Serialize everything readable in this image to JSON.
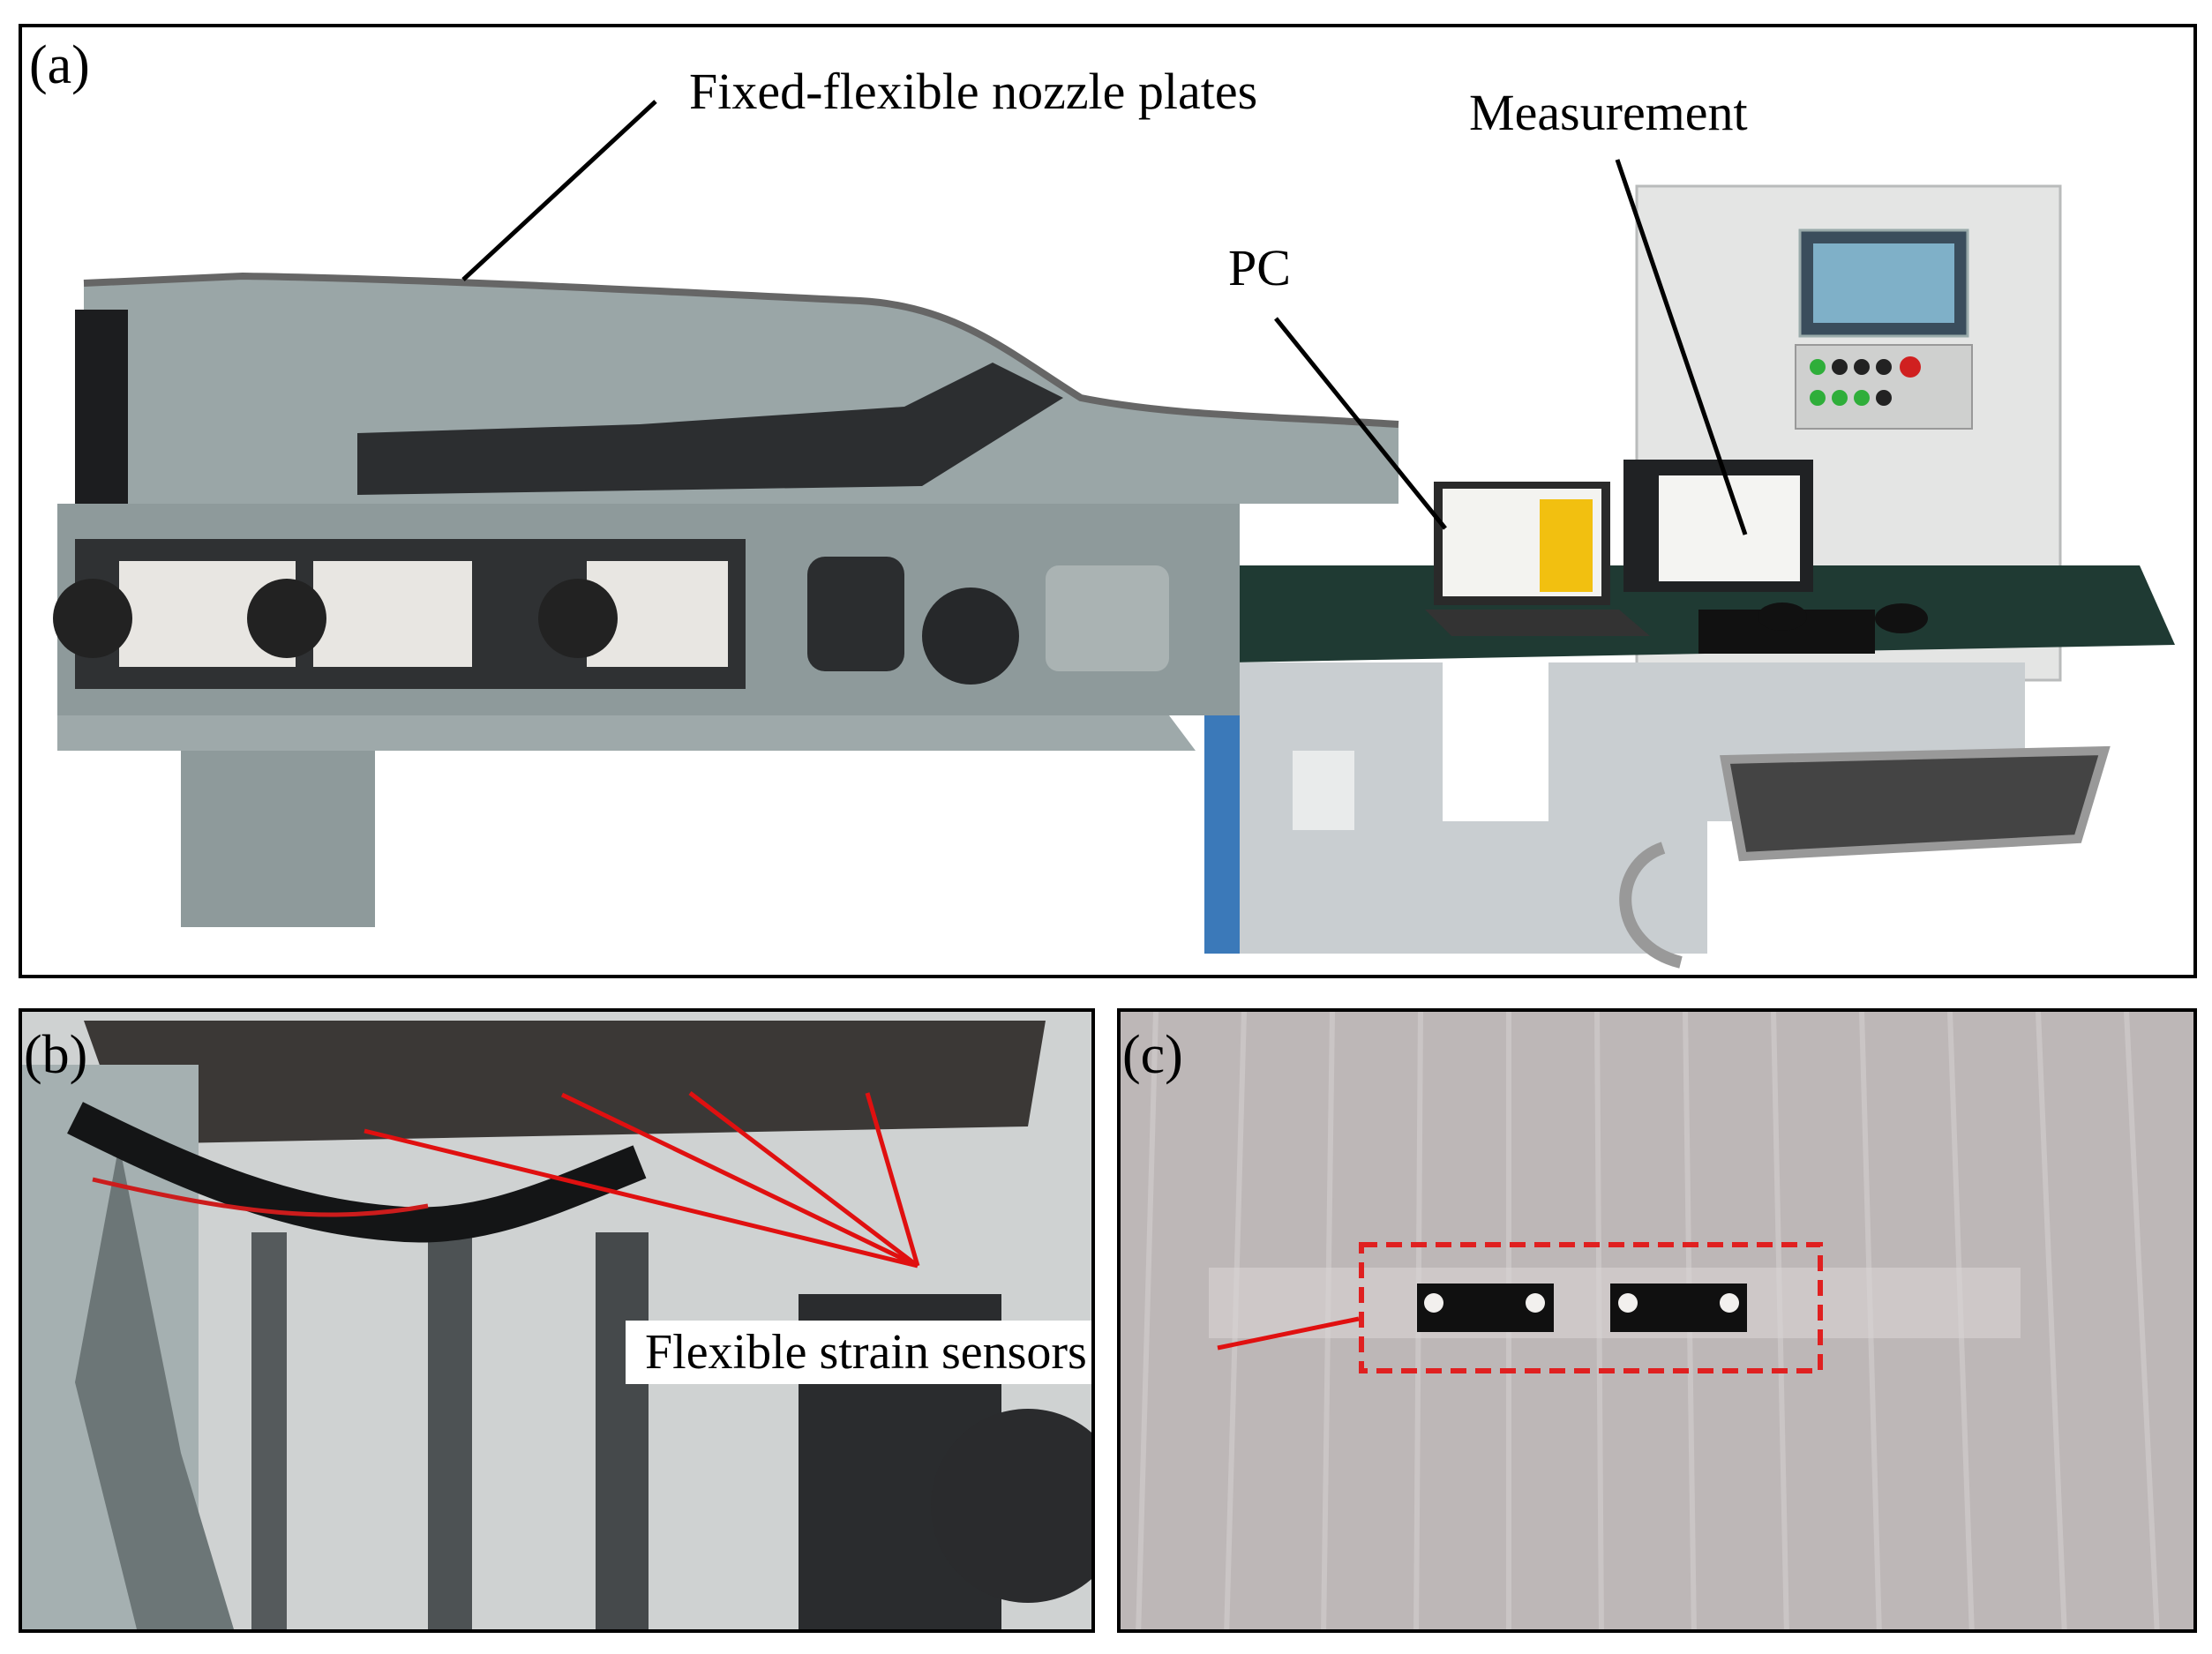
{
  "panels": {
    "a": {
      "letter": "(a)",
      "callouts": {
        "nozzle": "Fixed-flexible nozzle plates",
        "measurement": "Measurement",
        "pc": "PC"
      }
    },
    "b": {
      "letter": "(b)",
      "callout": "Flexible strain sensors"
    },
    "c": {
      "letter": "(c)"
    }
  },
  "colors": {
    "machine_frame": "#8e9a9b",
    "machine_dark": "#2a2c2e",
    "desk_top": "#1f3a33",
    "desk_body": "#c7cccf",
    "cabinet": "#e6e7e6",
    "highlight_box": "#e02020",
    "sensor_line": "#e01010"
  }
}
